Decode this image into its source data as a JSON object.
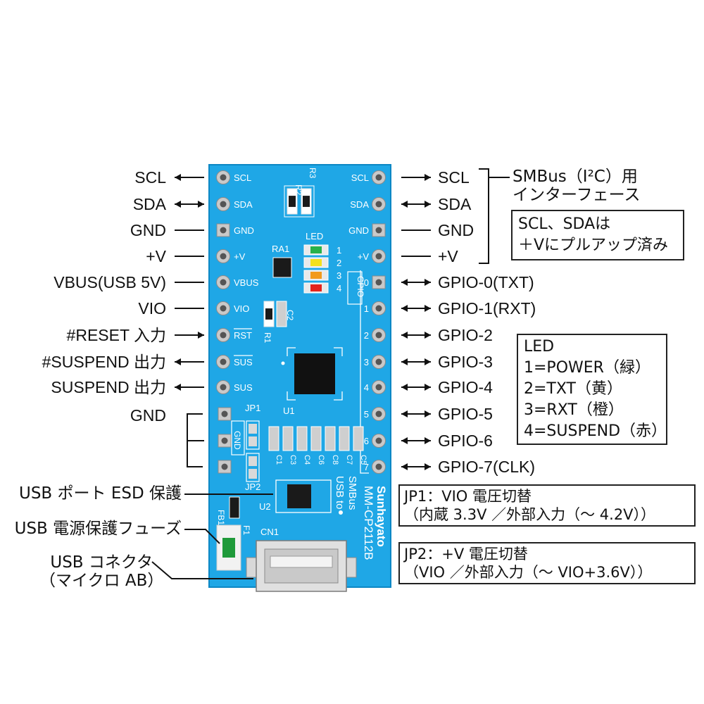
{
  "colors": {
    "board": "#1fa7e6",
    "board_edge": "#0c87c4",
    "silk": "#ffffff",
    "pad": "#c9c9c9",
    "chip": "#111111",
    "led_power": "#27b24a",
    "led_txt": "#f2e11c",
    "led_rxt": "#f29a1c",
    "led_suspend": "#e3231c"
  },
  "left_pins": [
    {
      "name": "SCL",
      "silk": "SCL",
      "arrow": "out",
      "square": false
    },
    {
      "name": "SDA",
      "silk": "SDA",
      "arrow": "both",
      "square": false
    },
    {
      "name": "GND",
      "silk": "GND",
      "arrow": "none",
      "square": true
    },
    {
      "name": "+V",
      "silk": "+V",
      "arrow": "none",
      "square": false
    },
    {
      "name": "VBUS(USB 5V)",
      "silk": "VBUS",
      "arrow": "none",
      "square": false
    },
    {
      "name": "VIO",
      "silk": "VIO",
      "arrow": "none",
      "square": false
    },
    {
      "name": "#RESET 入力",
      "silk": "RST",
      "arrow": "in",
      "square": false
    },
    {
      "name": "#SUSPEND 出力",
      "silk": "SUS",
      "arrow": "out",
      "square": false
    },
    {
      "name": "SUSPEND 出力",
      "silk": "SUS",
      "arrow": "out",
      "square": false
    }
  ],
  "right_pins": [
    {
      "name": "SCL",
      "silk": "SCL",
      "arrow": "out",
      "square": false
    },
    {
      "name": "SDA",
      "silk": "SDA",
      "arrow": "both",
      "square": false
    },
    {
      "name": "GND",
      "silk": "GND",
      "arrow": "none",
      "square": true
    },
    {
      "name": "+V",
      "silk": "+V",
      "arrow": "none",
      "square": false
    },
    {
      "name": "GPIO-0(TXT)",
      "silk": "0",
      "arrow": "both",
      "square": true
    },
    {
      "name": "GPIO-1(RXT)",
      "silk": "1",
      "arrow": "both",
      "square": false
    },
    {
      "name": "GPIO-2",
      "silk": "2",
      "arrow": "both",
      "square": false
    },
    {
      "name": "GPIO-3",
      "silk": "3",
      "arrow": "both",
      "square": false
    },
    {
      "name": "GPIO-4",
      "silk": "4",
      "arrow": "both",
      "square": false
    },
    {
      "name": "GPIO-5",
      "silk": "5",
      "arrow": "both",
      "square": false
    },
    {
      "name": "GPIO-6",
      "silk": "6",
      "arrow": "both",
      "square": false
    },
    {
      "name": "GPIO-7(CLK)",
      "silk": "7",
      "arrow": "both",
      "square": false
    }
  ],
  "gnd_group_label": "GND",
  "silk": {
    "r2": "R2",
    "r3": "R3",
    "led": "LED",
    "led_nums": [
      "1",
      "2",
      "3",
      "4"
    ],
    "ra1": "RA1",
    "gpio": "GPIO",
    "r1": "R1",
    "c2": "C2",
    "u1": "U1",
    "jp1": "JP1",
    "gnd": "GND",
    "jp2": "JP2",
    "caps": [
      "C1",
      "C3",
      "C4",
      "C6",
      "C8",
      "C7",
      "C5"
    ],
    "u2": "U2",
    "fb1": "FB1",
    "f1": "F1",
    "cn1": "CN1",
    "usb_to": "USB to",
    "smbus": "SMBus",
    "model": "MM-CP2112B",
    "brand": "Sunhayato"
  },
  "smbus_label_line1": "SMBus（I²C）用",
  "smbus_label_line2": "インターフェース",
  "pullup_note": [
    "SCL、SDAは",
    "＋Vにプルアップ済み"
  ],
  "led_legend": [
    "LED",
    "1=POWER（緑）",
    "2=TXT（黄）",
    "3=RXT（橙）",
    "4=SUSPEND（赤）"
  ],
  "jp1_note": [
    "JP1：VIO 電圧切替",
    "（内蔵 3.3V ／外部入力（～ 4.2V））"
  ],
  "jp2_note": [
    "JP2：+V 電圧切替",
    "（VIO ／外部入力（～ VIO+3.6V））"
  ],
  "callouts": {
    "esd": "USB ポート ESD 保護",
    "fuse": "USB 電源保護フューズ",
    "connector_1": "USB コネクタ",
    "connector_2": "（マイクロ AB）"
  }
}
